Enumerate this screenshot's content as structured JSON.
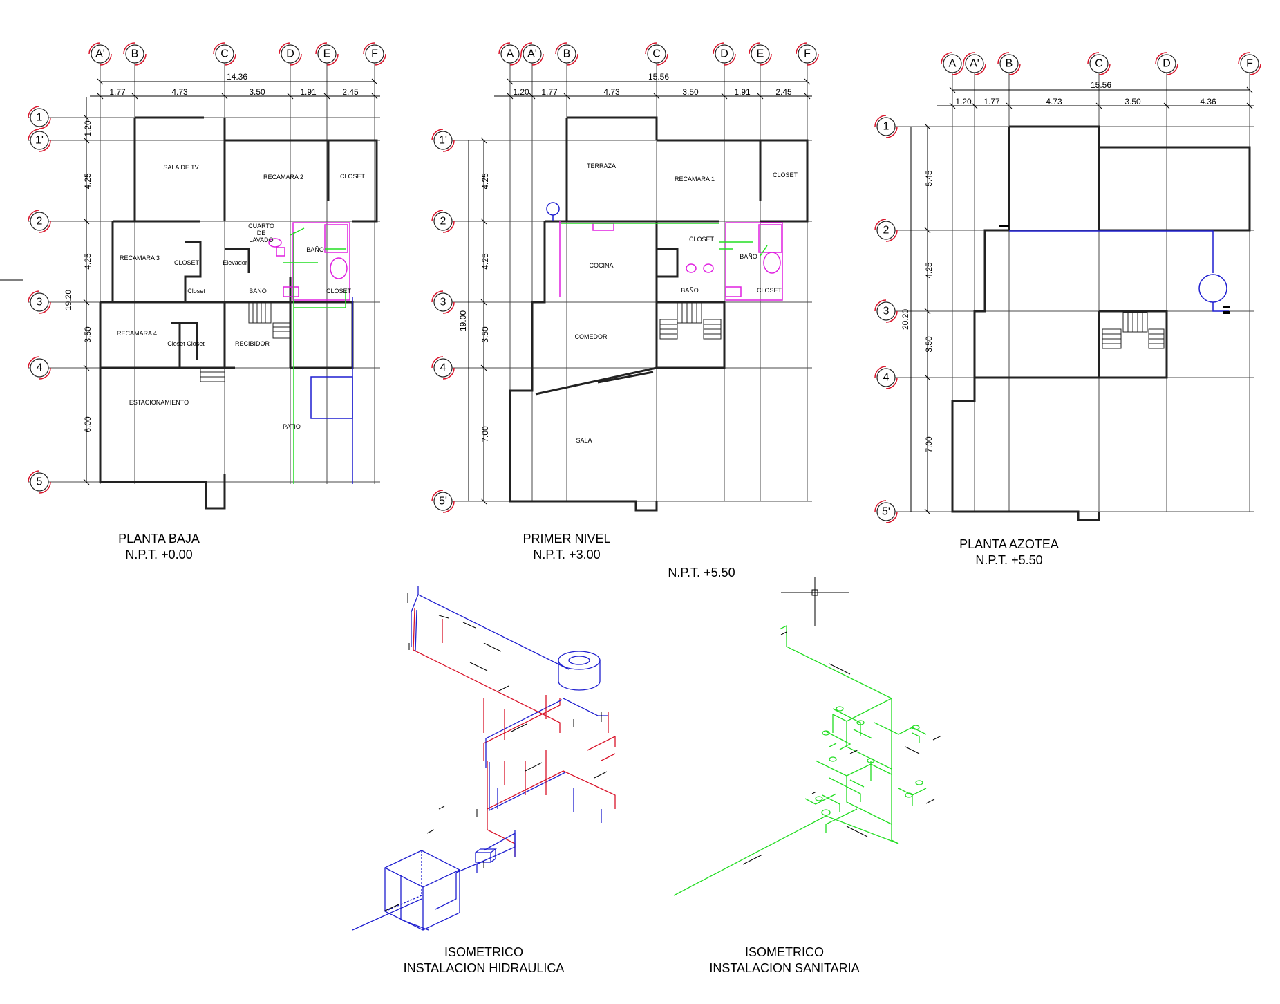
{
  "colors": {
    "wall": "#222222",
    "grid": "#4a4a4a",
    "axis_circle": "#d9142a",
    "hydraulic_hot": "#d9142a",
    "hydraulic_cold": "#1f1fd0",
    "sanitary": "#22dd22",
    "fixtures": "#e020e0"
  },
  "plan_baja": {
    "caption_1": "PLANTA BAJA",
    "caption_2": "N.P.T. +0.00",
    "axes_x": [
      "A'",
      "B",
      "C",
      "D",
      "E",
      "F"
    ],
    "axes_y": [
      "1",
      "1'",
      "2",
      "3",
      "4",
      "5"
    ],
    "total_x": "14.36",
    "dims_x": [
      "1.77",
      "4.73",
      "3.50",
      "1.91",
      "2.45"
    ],
    "total_y": "19.20",
    "dims_y": [
      "1.20",
      "4.25",
      "4.25",
      "3.50",
      "6.00"
    ],
    "rooms": [
      "SALA DE TV",
      "RECAMARA 2",
      "CLOSET",
      "CUARTO",
      "DE",
      "LAVADO",
      "BAÑO",
      "RECAMARA 3",
      "CLOSET",
      "Elevador",
      "Closet",
      "BAÑO",
      "CLOSET",
      "RECAMARA 4",
      "Closet",
      "Closet",
      "RECIBIDOR",
      "ESTACIONAMIENTO",
      "PATIO"
    ]
  },
  "plan_primer": {
    "caption_1": "PRIMER NIVEL",
    "caption_2": "N.P.T. +3.00",
    "axes_x": [
      "A",
      "A'",
      "B",
      "C",
      "D",
      "E",
      "F"
    ],
    "axes_y": [
      "1'",
      "2",
      "3",
      "4",
      "5'"
    ],
    "total_x": "15.56",
    "dims_x": [
      "1.20",
      "1.77",
      "4.73",
      "3.50",
      "1.91",
      "2.45"
    ],
    "total_y": "19.00",
    "dims_y": [
      "4.25",
      "4.25",
      "3.50",
      "7.00"
    ],
    "rooms": [
      "TERRAZA",
      "RECAMARA 1",
      "CLOSET",
      "CLOSET",
      "BAÑO",
      "COCINA",
      "BAÑO",
      "CLOSET",
      "COMEDOR",
      "SALA"
    ]
  },
  "plan_azotea": {
    "caption_1": "PLANTA AZOTEA",
    "caption_2": "N.P.T. +5.50",
    "axes_x": [
      "A",
      "A'",
      "B",
      "C",
      "D",
      "F"
    ],
    "axes_y": [
      "1",
      "2",
      "3",
      "4",
      "5'"
    ],
    "total_x": "15.56",
    "dims_x": [
      "1.20",
      "1.77",
      "4.73",
      "3.50",
      "4.36"
    ],
    "total_y": "20.20",
    "dims_y": [
      "5.45",
      "4.25",
      "3.50",
      "7.00"
    ]
  },
  "partial_label": "N.P.T. +5.50",
  "iso_hidraulica": {
    "caption_1": "ISOMETRICO",
    "caption_2": "INSTALACION HIDRAULICA"
  },
  "iso_sanitaria": {
    "caption_1": "ISOMETRICO",
    "caption_2": "INSTALACION SANITARIA"
  }
}
